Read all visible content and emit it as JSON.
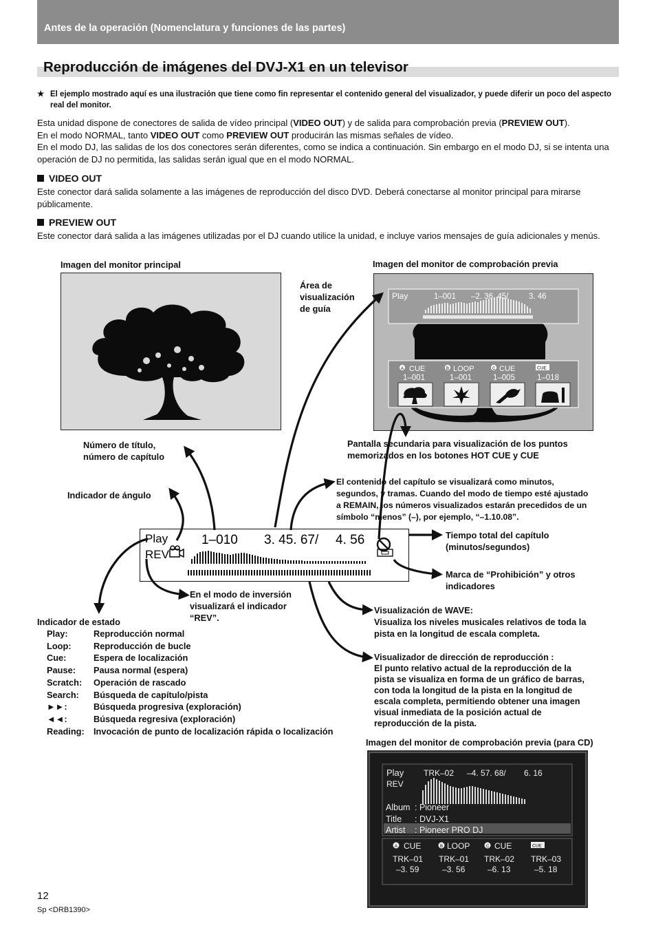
{
  "header": {
    "title": "Antes de la operación (Nomenclatura y funciones de las partes)"
  },
  "page_title": "Reproducción de imágenes del DVJ-X1 en un televisor",
  "note": {
    "star": "★",
    "text": "El ejemplo mostrado aquí es una ilustración que tiene como fin representar el contenido general del visualizador, y puede diferir un poco del aspecto real del monitor."
  },
  "intro": {
    "l1a": "Esta unidad dispone de conectores de salida de vídeo principal (",
    "l1b": "VIDEO OUT",
    "l1c": ") y de salida para comprobación previa (",
    "l1d": "PREVIEW OUT",
    "l1e": ").",
    "l2a": "En el modo NORMAL, tanto ",
    "l2b": "VIDEO OUT",
    "l2c": " como ",
    "l2d": "PREVIEW OUT",
    "l2e": " producirán las mismas señales de vídeo.",
    "l3": "En el modo DJ, las salidas de los dos conectores serán diferentes, como se indica a continuación. Sin embargo en el modo DJ, si se intenta una operación de DJ no permitida, las salidas serán igual que en el modo NORMAL."
  },
  "video_out": {
    "heading": "VIDEO OUT",
    "text": "Este conector dará salida solamente a las imágenes de reproducción del disco DVD.  Deberá conectarse al monitor principal para mirarse públicamente."
  },
  "preview_out": {
    "heading": "PREVIEW OUT",
    "text": "Este conector dará salida a las imágenes utilizadas por el DJ cuando utilice la unidad, e incluye varios mensajes de guía adicionales y menús."
  },
  "labels": {
    "main_monitor": "Imagen del monitor principal",
    "preview_monitor": "Imagen del monitor de comprobación previa",
    "guide_area": [
      "Área de",
      "visualización",
      "de guía"
    ],
    "title_chapter": [
      "Número de título,",
      "número de capítulo"
    ],
    "angle": "Indicador de ángulo",
    "secondary": [
      "Pantalla secundaria para visualización de los puntos",
      "memorizados en los botones HOT CUE y CUE"
    ],
    "chapter_content": [
      "El contenido del capítulo se visualizará como minutos,",
      "segundos, y tramas. Cuando del modo de tiempo esté ajustado",
      "a REMAIN, los números visualizados estarán precedidos de un",
      "símbolo “menos” (–), por ejemplo, “–1.10.08”."
    ],
    "total_time": [
      "Tiempo total del capítulo",
      "(minutos/segundos)"
    ],
    "prohibition": [
      "Marca de “Prohibición” y otros",
      "indicadores"
    ],
    "reverse": [
      "En el modo de inversión",
      "visualizará el indicador",
      "“REV”."
    ],
    "wave": [
      "Visualización de WAVE:",
      "Visualiza los niveles musicales relativos de toda la",
      "pista en la longitud de escala completa."
    ],
    "direction": [
      "Visualizador de dirección de reproducción :",
      "El punto relativo actual de la reproducción de la",
      "pista se visualiza en forma de un gráfico de barras,",
      "con toda la longitud de la pista en la longitud de",
      "escala completa, permitiendo obtener una imagen",
      "visual inmediata de la posición actual de",
      "reproducción de la pista."
    ],
    "cd_preview": "Imagen del monitor de comprobación previa (para CD)"
  },
  "status": {
    "heading": "Indicador de estado",
    "rows": [
      {
        "k": "Play:",
        "v": "Reproducción normal"
      },
      {
        "k": "Loop:",
        "v": "Reproducción de bucle"
      },
      {
        "k": "Cue:",
        "v": "Espera de localización"
      },
      {
        "k": "Pause:",
        "v": "Pausa normal (espera)"
      },
      {
        "k": "Scratch:",
        "v": "Operación de rascado"
      },
      {
        "k": "Search:",
        "v": "Búsqueda de capítulo/pista"
      },
      {
        "k": "►►:",
        "v": "Búsqueda progresiva (exploración)"
      },
      {
        "k": "◄◄:",
        "v": "Búsqueda regresiva (exploración)"
      },
      {
        "k": "Reading:",
        "v": "Invocación de punto de localización rápida o localización"
      }
    ]
  },
  "lcd": {
    "play": "Play",
    "rev": "REV",
    "chapter": "1–010",
    "time": "3. 45. 67/",
    "total": "4. 56"
  },
  "preview": {
    "play": "Play",
    "chapter": "1–001",
    "time": "–2. 36. 45/",
    "total": "3. 46",
    "cues": [
      {
        "badge": "A",
        "type": "CUE",
        "num": "1–001"
      },
      {
        "badge": "B",
        "type": "LOOP",
        "num": "1–001"
      },
      {
        "badge": "C",
        "type": "CUE",
        "num": "1–005"
      },
      {
        "badge": "CUE",
        "type": "",
        "num": "1–018"
      }
    ]
  },
  "cd": {
    "play": "Play",
    "rev": "REV",
    "track": "TRK–02",
    "time": "–4. 57. 68/",
    "total": "6. 16",
    "album_k": "Album",
    "album_v": ": Pioneer",
    "title_k": "Title",
    "title_v": ": DVJ-X1",
    "artist_k": "Artist",
    "artist_v": ": Pioneer PRO DJ",
    "cues": [
      {
        "badge": "A",
        "type": "CUE",
        "trk": "TRK–01",
        "time": "–3. 59"
      },
      {
        "badge": "B",
        "type": "LOOP",
        "trk": "TRK–01",
        "time": "–3. 56"
      },
      {
        "badge": "C",
        "type": "CUE",
        "trk": "TRK–02",
        "time": "–6. 13"
      },
      {
        "badge": "CUE",
        "type": "",
        "trk": "TRK–03",
        "time": "–5. 18"
      }
    ]
  },
  "footer": {
    "page": "12",
    "code": "Sp <DRB1390>"
  }
}
